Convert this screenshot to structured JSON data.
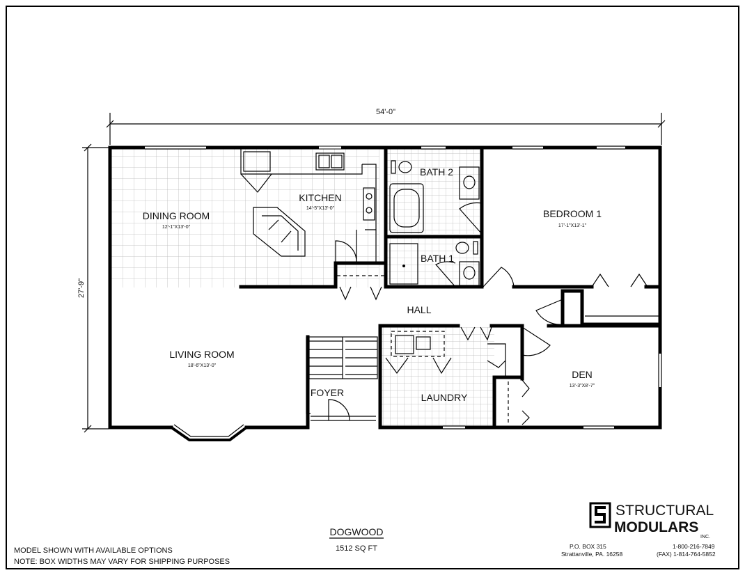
{
  "plan": {
    "overall_width": "54'-0\"",
    "overall_depth": "27'-9\"",
    "rooms": {
      "dining": {
        "name": "DINING ROOM",
        "size": "12'-1\"X13'-0\""
      },
      "kitchen": {
        "name": "KITCHEN",
        "size": "14'-5\"X13'-0\""
      },
      "bath2": {
        "name": "BATH 2"
      },
      "bedroom1": {
        "name": "BEDROOM 1",
        "size": "17'-1\"X13'-1\""
      },
      "bath1": {
        "name": "BATH 1"
      },
      "hall": {
        "name": "HALL"
      },
      "living": {
        "name": "LIVING ROOM",
        "size": "18'-6\"X13'-0\""
      },
      "foyer": {
        "name": "FOYER"
      },
      "laundry": {
        "name": "LAUNDRY"
      },
      "den": {
        "name": "DEN",
        "size": "13'-3\"X8'-7\""
      }
    }
  },
  "title_block": {
    "model_name": "DOGWOOD",
    "area": "1512 SQ FT"
  },
  "notes": {
    "line1": "MODEL SHOWN WITH AVAILABLE OPTIONS",
    "line2": "NOTE:  BOX WIDTHS MAY VARY FOR SHIPPING PURPOSES"
  },
  "company": {
    "name_line1": "STRUCTURAL",
    "name_line2": "MODULARS",
    "suffix": "INC.",
    "address1": "P.O. BOX 315",
    "address2": "Strattanville, PA.  16258",
    "phone": "1-800-216-7849",
    "fax": "(FAX) 1-814-764-5852"
  }
}
